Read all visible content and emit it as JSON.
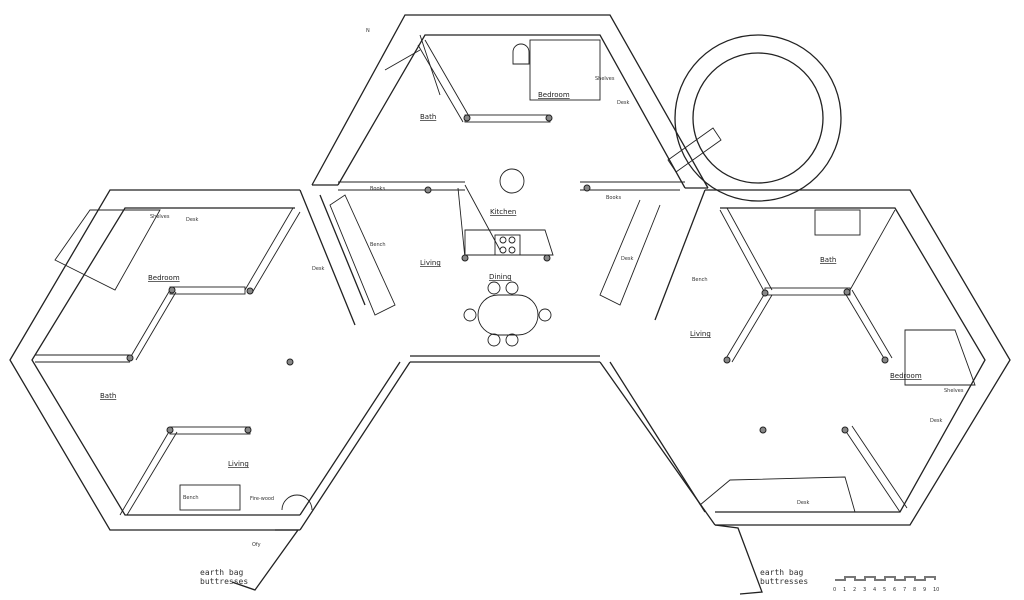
{
  "north": "N",
  "rooms": {
    "top_bedroom": "Bedroom",
    "top_bath": "Bath",
    "kitchen": "Kitchen",
    "dining": "Dining",
    "center_living": "Living",
    "left_bedroom": "Bedroom",
    "left_bath": "Bath",
    "left_living": "Living",
    "right_bedroom": "Bedroom",
    "right_bath": "Bath",
    "right_living": "Living"
  },
  "fixtures": {
    "shelves": "Shelves",
    "desk": "Desk",
    "books": "Books",
    "bench": "Bench",
    "firewood": "Fire-wood"
  },
  "notes": {
    "buttress_line1": "earth bag",
    "buttress_line2": "buttresses",
    "left_mark": "Ofy"
  },
  "scale": [
    "0",
    "1",
    "2",
    "3",
    "4",
    "5",
    "6",
    "7",
    "8",
    "9",
    "10"
  ]
}
